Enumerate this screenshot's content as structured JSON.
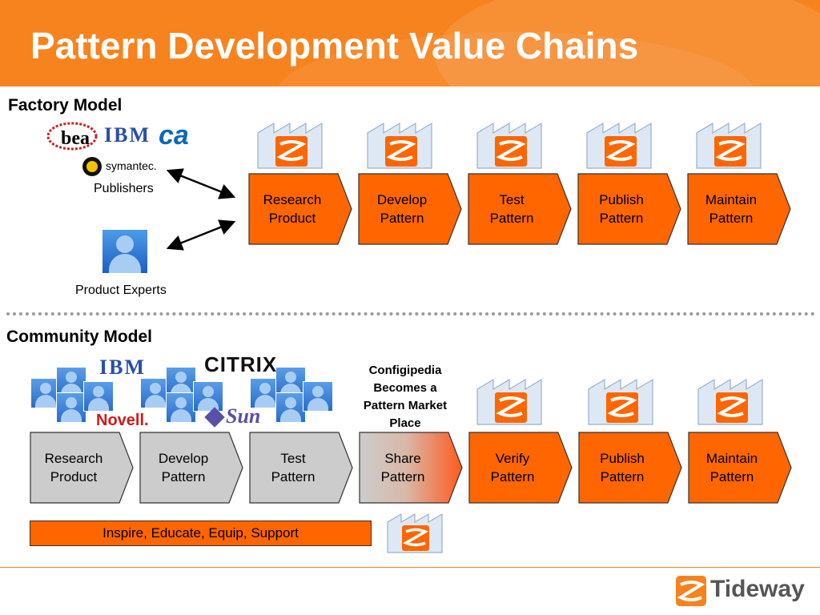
{
  "title": "Pattern Development Value Chains",
  "factory": {
    "label": "Factory Model",
    "logos": {
      "bea": "bea",
      "ibm": "IBM",
      "ca": "ca",
      "symantec": "symantec."
    },
    "publishers_label": "Publishers",
    "experts_label": "Product Experts",
    "steps": [
      {
        "line1": "Research",
        "line2": "Product"
      },
      {
        "line1": "Develop",
        "line2": "Pattern"
      },
      {
        "line1": "Test",
        "line2": "Pattern"
      },
      {
        "line1": "Publish",
        "line2": "Pattern"
      },
      {
        "line1": "Maintain",
        "line2": "Pattern"
      }
    ]
  },
  "community": {
    "label": "Community Model",
    "logos": {
      "ibm": "IBM",
      "novell": "Novell.",
      "citrix": "CITRIX",
      "sun": "Sun"
    },
    "callout": [
      "Configipedia",
      "Becomes a",
      "Pattern Market",
      "Place"
    ],
    "steps": [
      {
        "line1": "Research",
        "line2": "Product"
      },
      {
        "line1": "Develop",
        "line2": "Pattern"
      },
      {
        "line1": "Test",
        "line2": "Pattern"
      },
      {
        "line1": "Share",
        "line2": "Pattern"
      },
      {
        "line1": "Verify",
        "line2": "Pattern"
      },
      {
        "line1": "Publish",
        "line2": "Pattern"
      },
      {
        "line1": "Maintain",
        "line2": "Pattern"
      }
    ],
    "bar_label": "Inspire, Educate, Equip, Support"
  },
  "footer": {
    "logo": "Tideway"
  },
  "colors": {
    "header": "#f7831e",
    "chevron_orange": "#ff6600",
    "chevron_gray": "#cccccc",
    "factory_blue": "#dde8f4"
  },
  "icons": {
    "factory": "factory-icon",
    "person": "person-icon",
    "arrow": "double-arrow-icon"
  }
}
